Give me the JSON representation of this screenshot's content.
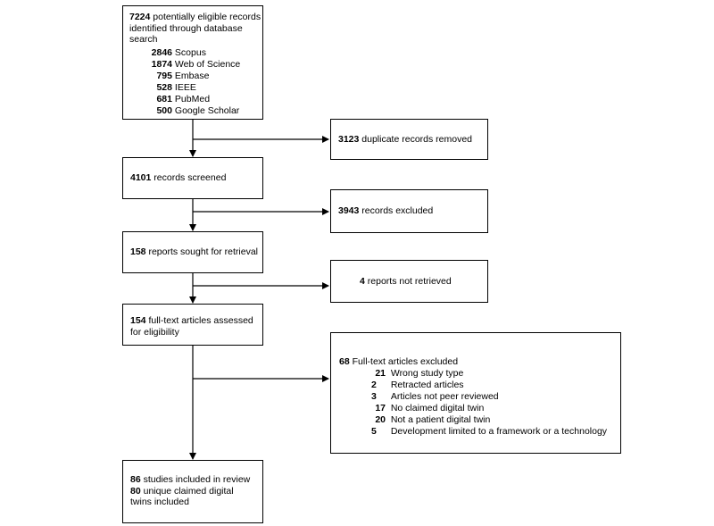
{
  "identification": {
    "total": "7224",
    "text": "potentially eligible records identified through database search",
    "sources": [
      {
        "count": "2846",
        "name": "Scopus"
      },
      {
        "count": "1874",
        "name": "Web of Science"
      },
      {
        "count": "795",
        "name": "Embase"
      },
      {
        "count": "528",
        "name": "IEEE"
      },
      {
        "count": "681",
        "name": "PubMed"
      },
      {
        "count": "500",
        "name": "Google Scholar"
      }
    ]
  },
  "duplicates": {
    "count": "3123",
    "text": "duplicate records removed"
  },
  "screened": {
    "count": "4101",
    "text": "records screened"
  },
  "excluded": {
    "count": "3943",
    "text": "records excluded"
  },
  "sought": {
    "count": "158",
    "text": "reports sought for retrieval"
  },
  "not_retrieved": {
    "count": "4",
    "text": "reports not retrieved"
  },
  "assessed": {
    "count": "154",
    "text": "full-text articles assessed for eligibility"
  },
  "fulltext_excluded": {
    "count": "68",
    "text": "Full-text articles excluded",
    "reasons": [
      {
        "count": "21",
        "label": "Wrong study type"
      },
      {
        "count": "2",
        "label": "Retracted articles"
      },
      {
        "count": "3",
        "label": "Articles not peer reviewed"
      },
      {
        "count": "17",
        "label": "No claimed digital twin"
      },
      {
        "count": "20",
        "label": "Not a patient digital twin"
      },
      {
        "count": "5",
        "label": "Development limited to a framework or a technology"
      }
    ]
  },
  "included": {
    "studies_count": "86",
    "studies_text": "studies included in review",
    "twins_count": "80",
    "twins_text": "unique claimed digital twins included"
  }
}
